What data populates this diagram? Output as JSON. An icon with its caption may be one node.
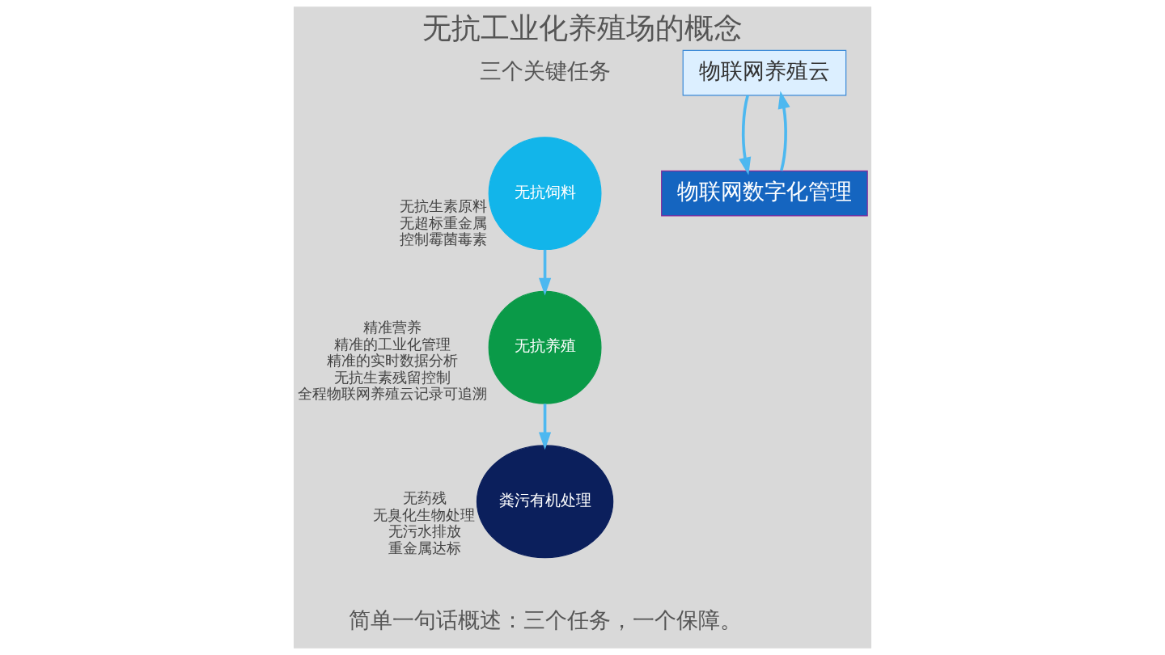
{
  "diagram": {
    "title": "无抗工业化养殖场的概念",
    "nodes": [
      {
        "text": [
          "无抗饲料"
        ],
        "beside": [
          "无抗生素原料",
          "无超标重金属",
          "控制霉菌毒素"
        ]
      },
      {
        "text": [
          "无抗养殖"
        ],
        "beside": [
          "精准营养",
          "精准的工业化管理",
          "精准的实时数据分析",
          "无抗生素残留控制",
          "全程物联网养殖云记录可追溯"
        ]
      },
      {
        "text": [
          "粪污有机处理"
        ],
        "beside": [
          "无药残",
          "无臭化生物处理",
          "无污水排放",
          "重金属达标"
        ]
      },
      {
        "text": [
          "物联网养殖云"
        ]
      },
      {
        "text": [
          "物联网数字化管理"
        ]
      }
    ],
    "edges": [
      {
        "from": 0,
        "to": 1,
        "arrow": "to"
      },
      {
        "from": 1,
        "to": 2,
        "arrow": "to"
      },
      {
        "from": 4,
        "to": 3,
        "arrow": "to"
      },
      {
        "from": 3,
        "to": 4,
        "arrow": "to"
      }
    ],
    "labels": [
      "三个关键任务",
      "简单一句话概述：三个任务，一个保障。"
    ]
  }
}
